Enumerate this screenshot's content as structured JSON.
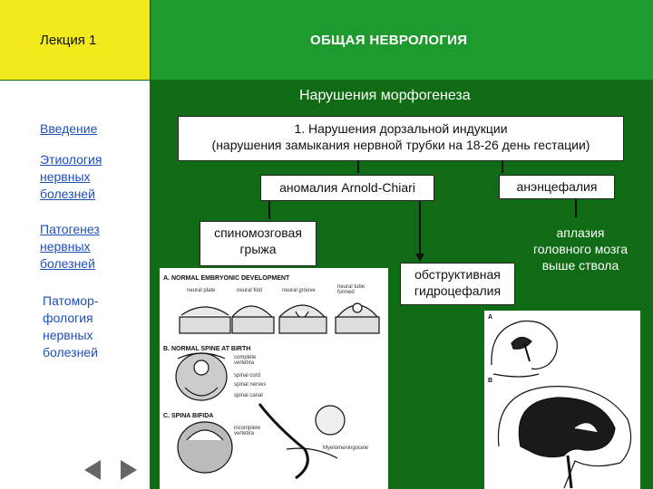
{
  "header": {
    "lecture": "Лекция 1",
    "title": "ОБЩАЯ НЕВРОЛОГИЯ"
  },
  "sidebar": {
    "items": [
      {
        "label": "Введение"
      },
      {
        "label": "Этиология\nнервных\nболезней"
      },
      {
        "label": "Патогенез\nнервных\nболезней"
      },
      {
        "label": "Патомор-\nфология\nнервных\nболезней"
      }
    ]
  },
  "main": {
    "section_title": "Нарушения морфогенеза",
    "top_box": "1. Нарушения дорзальной индукции\n(нарушения замыкания нервной трубки на 18-26 день гестации)",
    "arnold_chiari": "аномалия Arnold-Chiari",
    "anencephaly": "анэнцефалия",
    "spina_hernia": "спиномозговая\nгрыжа",
    "hydrocephaly": "обструктивная\nгидроцефалия",
    "aplasia": "аплазия\nголовного мозга\nвыше ствола"
  },
  "figure_left": {
    "a": "A. NORMAL EMBRYONIC DEVELOPMENT",
    "b": "B. NORMAL SPINE AT BIRTH",
    "c": "C. SPINA BIFIDA",
    "neural_plate": "neural plate",
    "neural_fold": "neural fold",
    "neural_groove": "neural groove",
    "neural_tube": "neural tube\nformed",
    "vertebra": "complete\nvertebra",
    "spinal_cord": "spinal cord",
    "spinal_nerves": "spinal nerves",
    "spinal_canal": "spinal canal",
    "incomplete": "incomplete\nvertebra",
    "myelo": "Myelomeningocele"
  },
  "figure_right": {
    "a": "A",
    "b": "B"
  },
  "colors": {
    "header_left": "#f2ea1b",
    "header_right": "#1f9a2e",
    "background": "#0f6b14",
    "link": "#1f4fb8"
  }
}
